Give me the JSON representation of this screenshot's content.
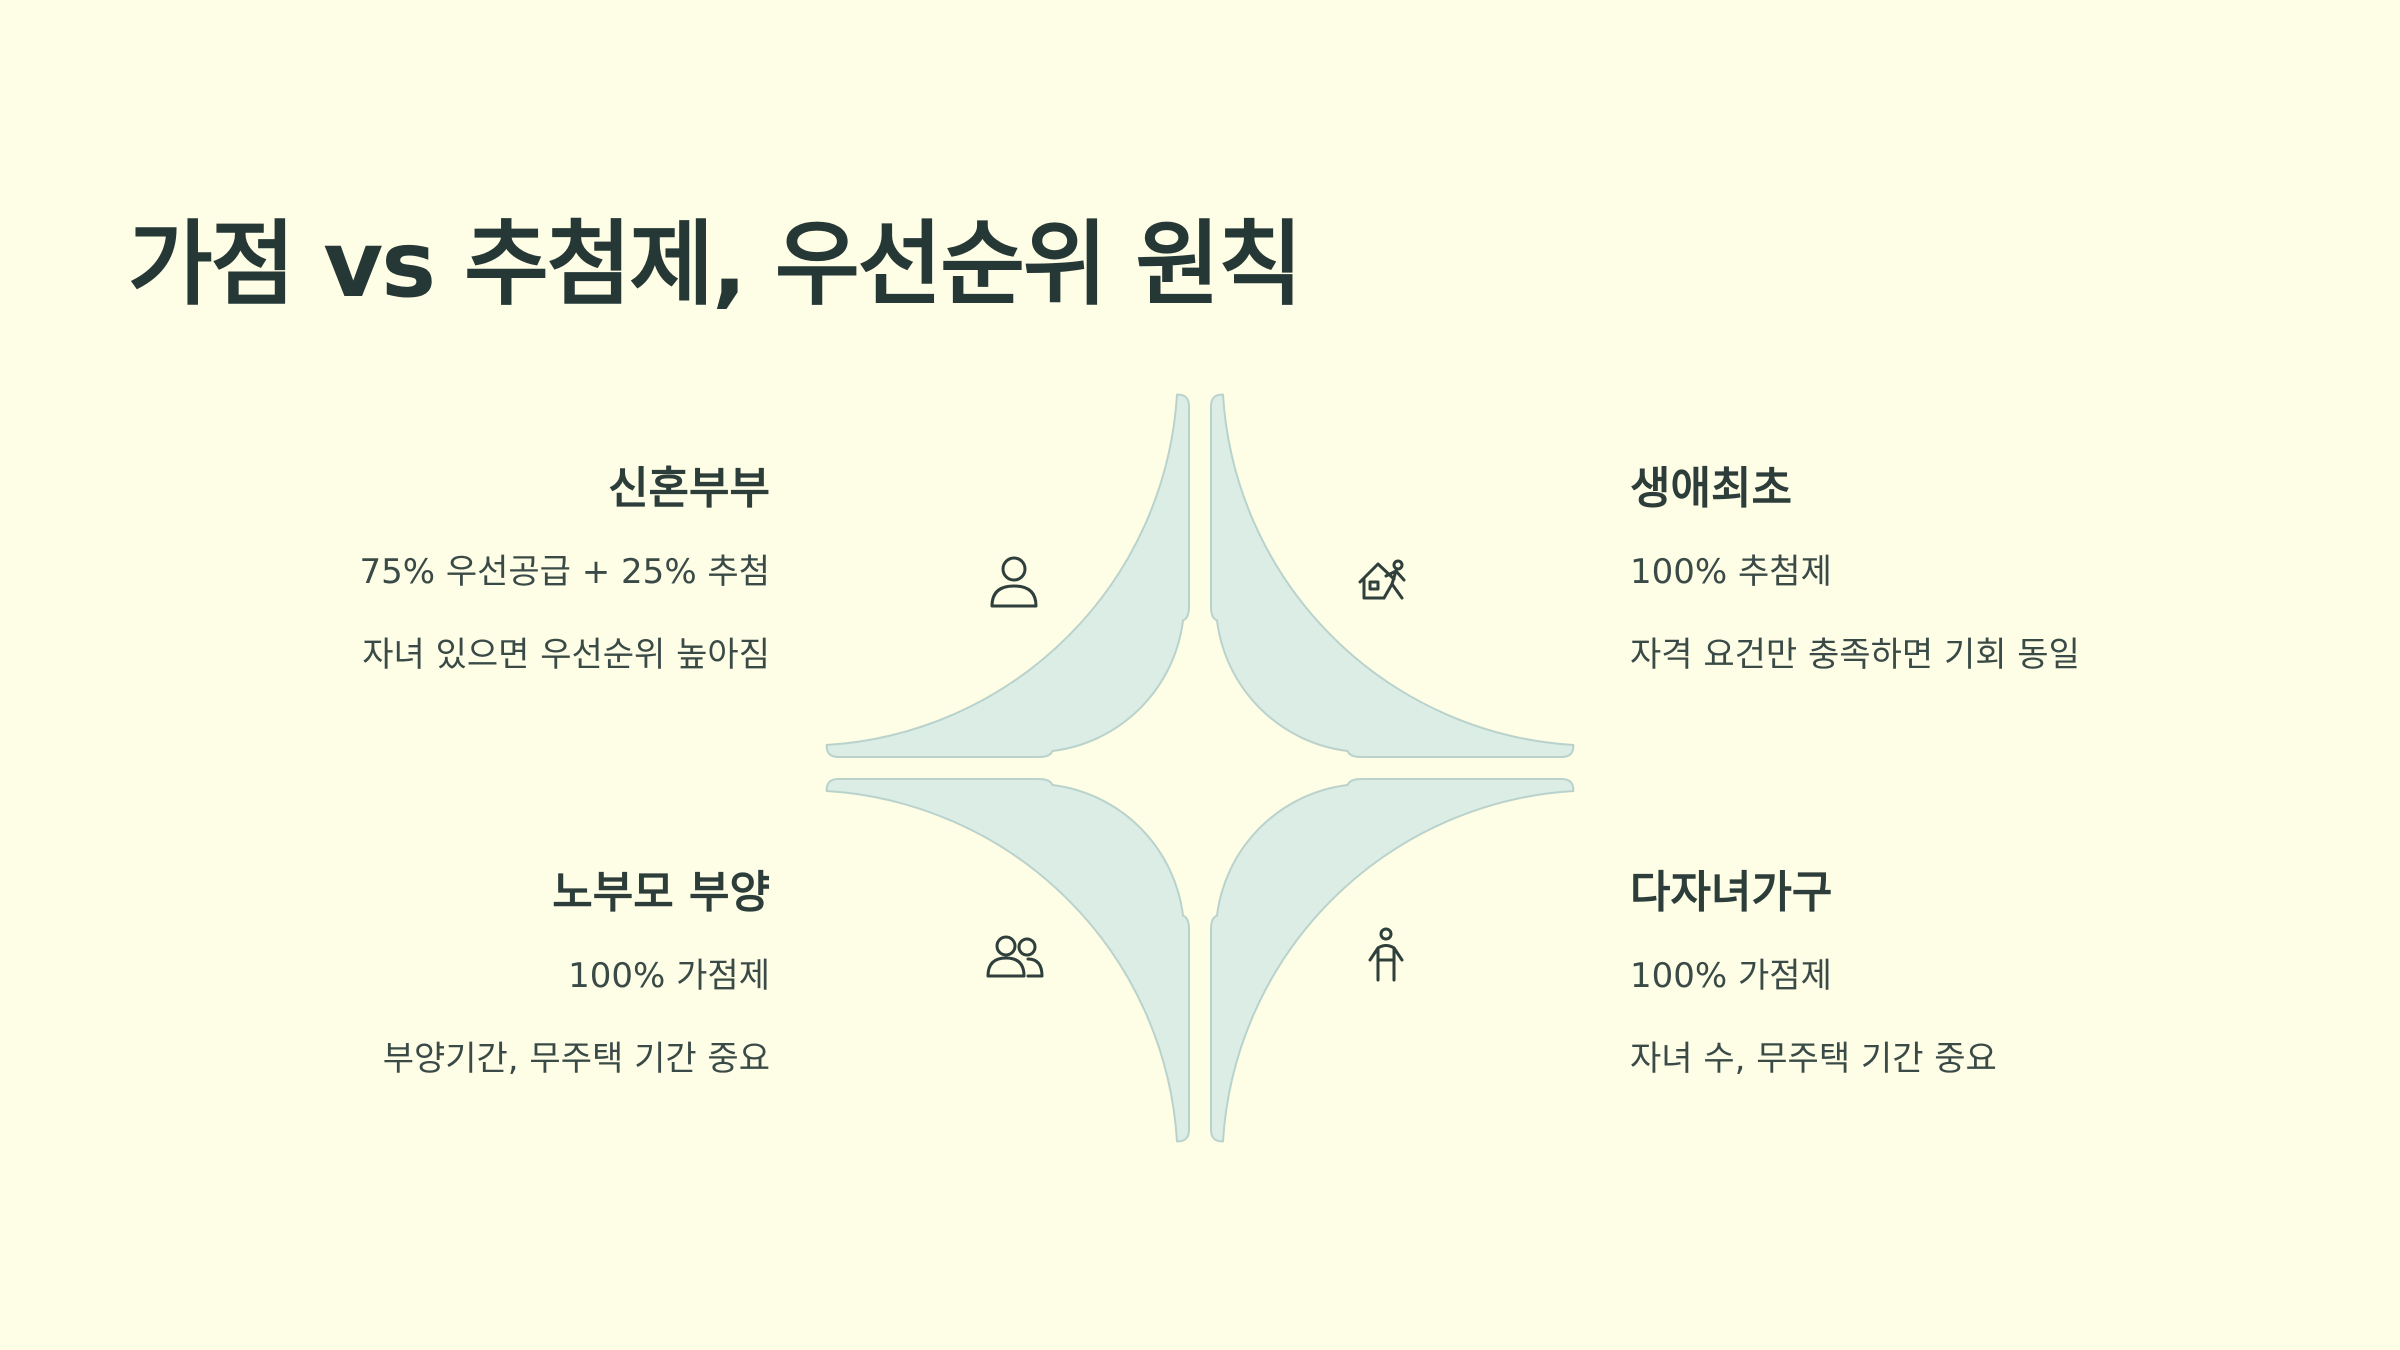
{
  "title": "가점 vs 추첨제, 우선순위 원칙",
  "colors": {
    "background": "#fefde6",
    "segment_fill": "#dcede6",
    "segment_stroke": "#b9d3cc",
    "text": "#2b3b38"
  },
  "quadrants": {
    "top_left": {
      "heading": "신혼부부",
      "lines": [
        "75% 우선공급 + 25% 추첨",
        "자녀 있으면 우선순위 높아짐"
      ],
      "icon": "person-icon"
    },
    "top_right": {
      "heading": "생애최초",
      "lines": [
        "100% 추첨제",
        "자격 요건만 충족하면 기회 동일"
      ],
      "icon": "house-walker-icon"
    },
    "bottom_left": {
      "heading": "노부모 부양",
      "lines": [
        "100% 가점제",
        "부양기간, 무주택 기간 중요"
      ],
      "icon": "users-icon"
    },
    "bottom_right": {
      "heading": "다자녀가구",
      "lines": [
        "100% 가점제",
        "자녀 수, 무주택 기간 중요"
      ],
      "icon": "child-icon"
    }
  }
}
